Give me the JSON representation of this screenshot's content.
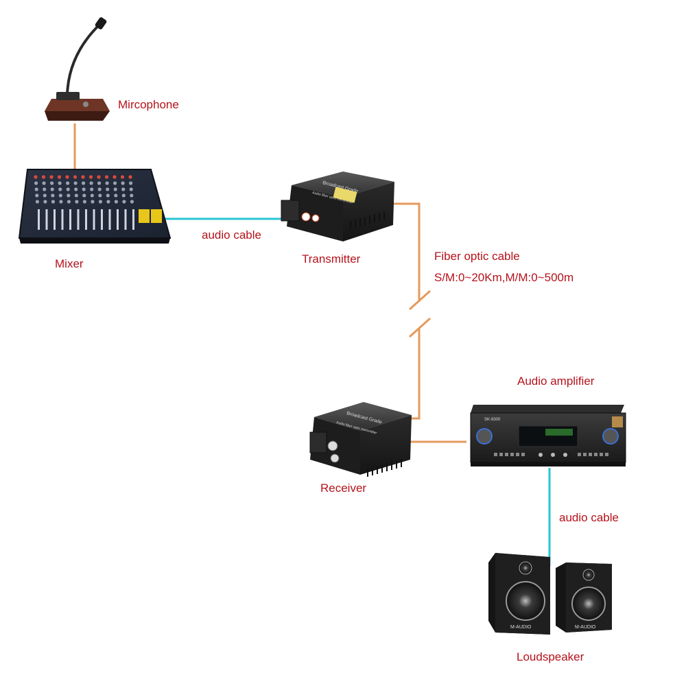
{
  "colors": {
    "label_red": "#b5121b",
    "fiber_orange": "#e59a5c",
    "audio_cyan": "#27c6d6",
    "device_black": "#1e1e1e"
  },
  "labels": {
    "microphone": "Mircophone",
    "mixer": "Mixer",
    "audio_cable_1": "audio cable",
    "transmitter": "Transmitter",
    "fiber_title": "Fiber optic cable",
    "fiber_spec": "S/M:0~20Km,M/M:0~500m",
    "amplifier": "Audio amplifier",
    "receiver": "Receiver",
    "audio_cable_2": "audio cable",
    "loudspeaker": "Loudspeaker"
  },
  "device_text": {
    "transmitter_top": "Broadcast Grade",
    "transmitter_sub": "Audio fiber optic transmitter",
    "receiver_top": "Broadcast Grade",
    "receiver_sub": "Audio fiber optic transmitter",
    "amp_model": "SK-9300",
    "speaker_brand": "M-AUDIO"
  },
  "icons": [
    "microphone-icon",
    "mixer-icon",
    "transmitter-icon",
    "receiver-icon",
    "amplifier-icon",
    "speaker-icon"
  ]
}
